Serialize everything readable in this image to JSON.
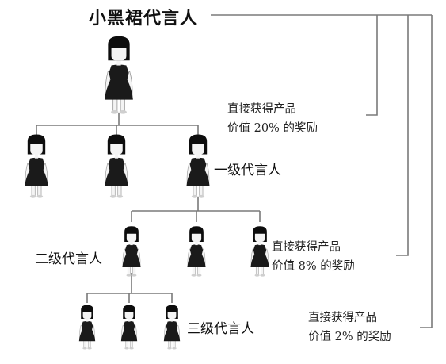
{
  "root": {
    "title": "小黑裙代言人"
  },
  "levels": {
    "level1": "一级代言人",
    "level2": "二级代言人",
    "level3": "三级代言人"
  },
  "rewards": [
    {
      "line1": "直接获得产品",
      "line2": "价值 20% 的奖励"
    },
    {
      "line1": "直接获得产品",
      "line2": "价值 8% 的奖励"
    },
    {
      "line1": "直接获得产品",
      "line2": "价值 2% 的奖励"
    }
  ],
  "colors": {
    "line": "#7a7a7a",
    "hair": "#0d0d0d",
    "skin": "#f4f4f4",
    "dress": "#1a1a1a",
    "outline": "#9a9a9a"
  }
}
